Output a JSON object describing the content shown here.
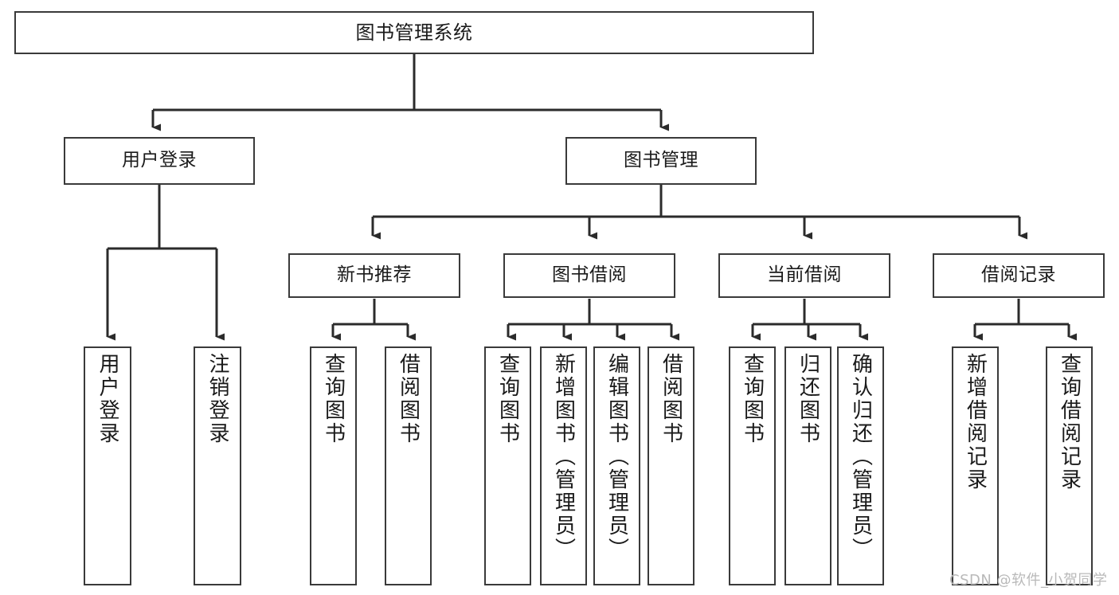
{
  "diagram": {
    "title": "图书管理系统",
    "type": "hierarchy-tree",
    "colors": {
      "box_border": "#3a3a3a",
      "box_fill": "#ffffff",
      "connector": "#2b2b2b",
      "text": "#1a1a1a",
      "watermark": "#b9b9b9",
      "background": "#ffffff"
    },
    "root": {
      "label": "图书管理系统"
    },
    "level2": [
      {
        "label": "用户登录"
      },
      {
        "label": "图书管理"
      }
    ],
    "level3": [
      {
        "label": "新书推荐"
      },
      {
        "label": "图书借阅"
      },
      {
        "label": "当前借阅"
      },
      {
        "label": "借阅记录"
      }
    ],
    "leaves": [
      {
        "label": "用户登录"
      },
      {
        "label": "注销登录"
      },
      {
        "label": "查询图书"
      },
      {
        "label": "借阅图书"
      },
      {
        "label": "查询图书"
      },
      {
        "label": "新增图书（管理员）"
      },
      {
        "label": "编辑图书（管理员）"
      },
      {
        "label": "借阅图书"
      },
      {
        "label": "查询图书"
      },
      {
        "label": "归还图书"
      },
      {
        "label": "确认归还（管理员）"
      },
      {
        "label": "新增借阅记录"
      },
      {
        "label": "查询借阅记录"
      }
    ]
  },
  "watermark": {
    "text": "CSDN @软件_小贺同学"
  }
}
